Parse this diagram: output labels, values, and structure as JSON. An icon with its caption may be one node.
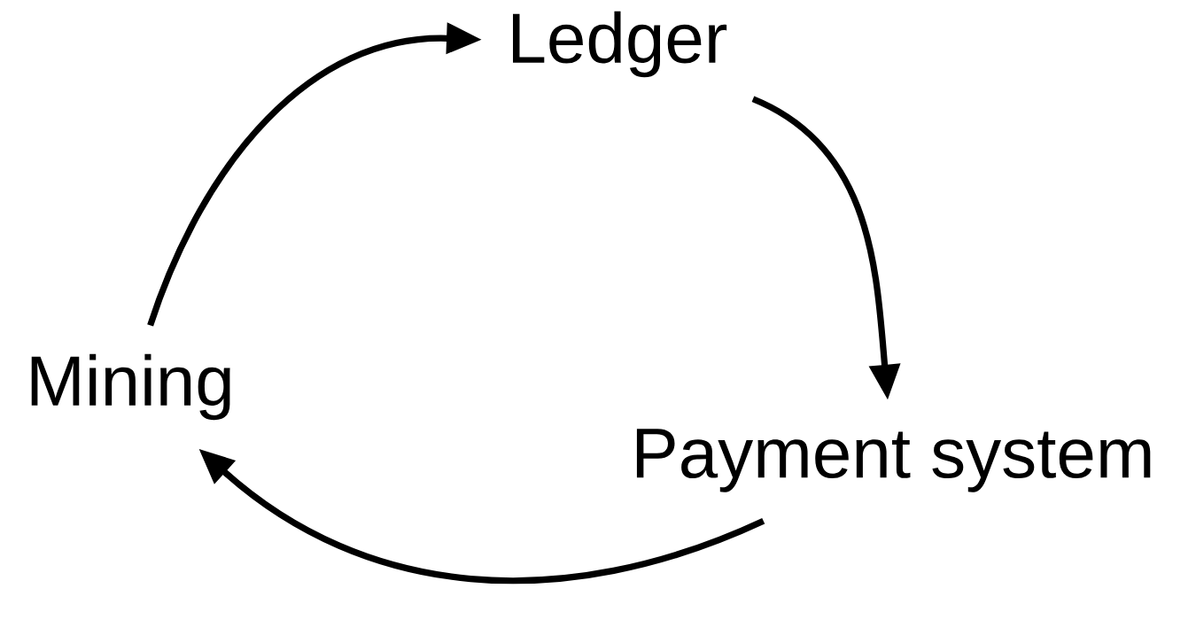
{
  "diagram": {
    "nodes": [
      {
        "text": [
          "Ledger"
        ]
      },
      {
        "text": [
          "Mining"
        ]
      },
      {
        "text": [
          "Payment system"
        ]
      }
    ],
    "edges": [
      {
        "from": 1,
        "to": 0,
        "arrow": "to"
      },
      {
        "from": 0,
        "to": 2,
        "arrow": "to"
      },
      {
        "from": 2,
        "to": 1,
        "arrow": "to"
      }
    ]
  }
}
